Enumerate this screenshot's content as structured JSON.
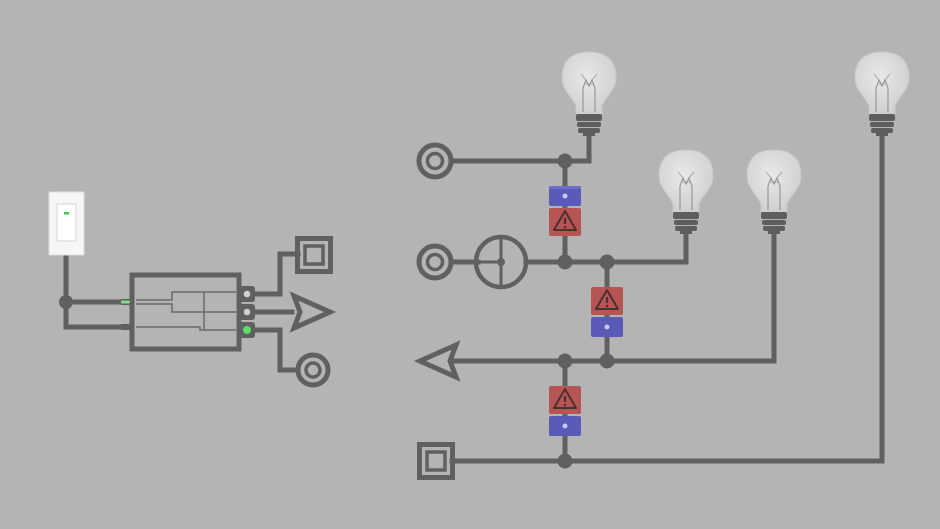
{
  "colors": {
    "background": "#b4b4b4",
    "wire": "#606060",
    "panel_red": "#b75555",
    "panel_blue": "#5a5ab8",
    "indicator_green": "#38d24a",
    "switch_plate": "#f4f4f4",
    "bulb_glass": "#dadada"
  },
  "left_circuit": {
    "wall_switch": {
      "icon": "wall-light-switch-icon",
      "state": "off"
    },
    "junction_box": {
      "icon": "junction-box-icon",
      "outputs": 3,
      "active_output": 3
    },
    "output_terminals": [
      "square-terminal-icon",
      "arrow-terminal-icon",
      "circle-terminal-icon"
    ]
  },
  "right_circuit": {
    "input_terminals": [
      "circle-terminal-icon",
      "circle-terminal-icon",
      "arrow-terminal-icon",
      "square-terminal-icon"
    ],
    "bulbs": 4,
    "bulbs_lit": 0,
    "meter": {
      "icon": "ammeter-icon"
    },
    "warning_fuses": [
      {
        "icon": "warning-triangle-icon",
        "red_side": "bottom"
      },
      {
        "icon": "warning-triangle-icon",
        "red_side": "top"
      },
      {
        "icon": "warning-triangle-icon",
        "red_side": "top"
      }
    ]
  }
}
